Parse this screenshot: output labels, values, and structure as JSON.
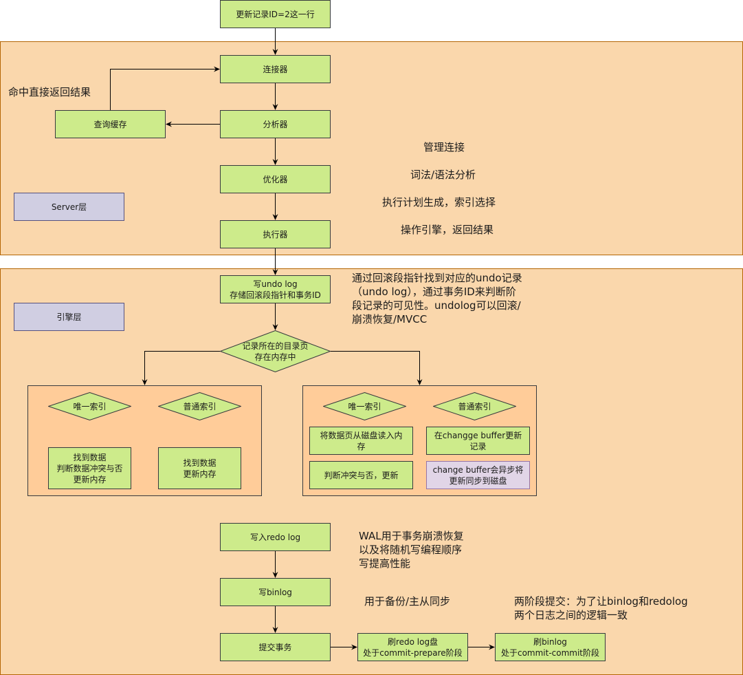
{
  "start": {
    "label": "更新记录ID=2这一行"
  },
  "server_layer": {
    "tag": "Server层",
    "hit_note": "命中直接返回结果",
    "nodes": {
      "connector": "连接器",
      "analyzer": "分析器",
      "query_cache": "查询缓存",
      "optimizer": "优化器",
      "executor": "执行器"
    },
    "notes": [
      "管理连接",
      "词法/语法分析",
      "执行计划生成，索引选择",
      "操作引擎，返回结果"
    ]
  },
  "engine_layer": {
    "tag": "引擎层",
    "write_undo": [
      "写undo log",
      "存储回滚段指针和事务ID"
    ],
    "undo_note": [
      "通过回滚段指针找到对应的undo记录",
      "（undo log），通过事务ID来判断阶",
      "段记录的可见性。undolog可以回滚/",
      "崩溃恢复/MVCC"
    ],
    "decision": [
      "记录所在的目录页",
      "存在内存中"
    ],
    "in_memory": {
      "unique_index": "唯一索引",
      "normal_index": "普通索引",
      "unique_action": [
        "找到数据",
        "判断数据冲突与否",
        "更新内存"
      ],
      "normal_action": [
        "找到数据",
        "更新内存"
      ]
    },
    "not_in_memory": {
      "unique_index": "唯一索引",
      "normal_index": "普通索引",
      "unique_step1": [
        "将数据页从磁盘读入内",
        "存"
      ],
      "unique_step2": "判断冲突与否，更新",
      "normal_step1": [
        "在changge buffer更新",
        "记录"
      ],
      "normal_step2": [
        "change buffer会异步将",
        "更新同步到磁盘"
      ]
    },
    "redo": "写入redo log",
    "redo_note": [
      "WAL用于事务崩溃恢复",
      "以及将随机写编程顺序",
      "写提高性能"
    ],
    "binlog": "写binlog",
    "binlog_note": "用于备份/主从同步",
    "commit": "提交事务",
    "flush_redo": [
      "刷redo log盘",
      "处于commit-prepare阶段"
    ],
    "flush_binlog": [
      "刷binlog",
      "处于commit-commit阶段"
    ],
    "two_phase_note": [
      "两阶段提交：为了让binlog和redolog",
      "两个日志之间的逻辑一致"
    ]
  }
}
